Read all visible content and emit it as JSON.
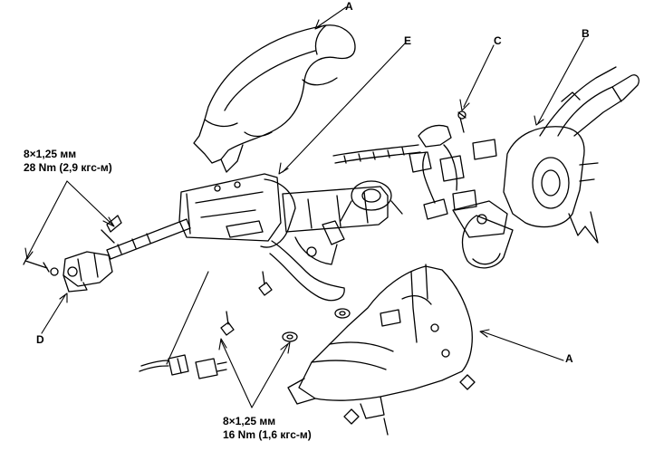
{
  "callouts": {
    "a_top": "A",
    "a_bottom": "A",
    "b": "B",
    "c": "C",
    "d": "D",
    "e": "E"
  },
  "torque_upper": {
    "line1": "8×1,25 мм",
    "line2": "28 Nm (2,9 кгс-м)"
  },
  "torque_lower": {
    "line1": "8×1,25 мм",
    "line2": "16 Nm (1,6 кгс-м)"
  }
}
